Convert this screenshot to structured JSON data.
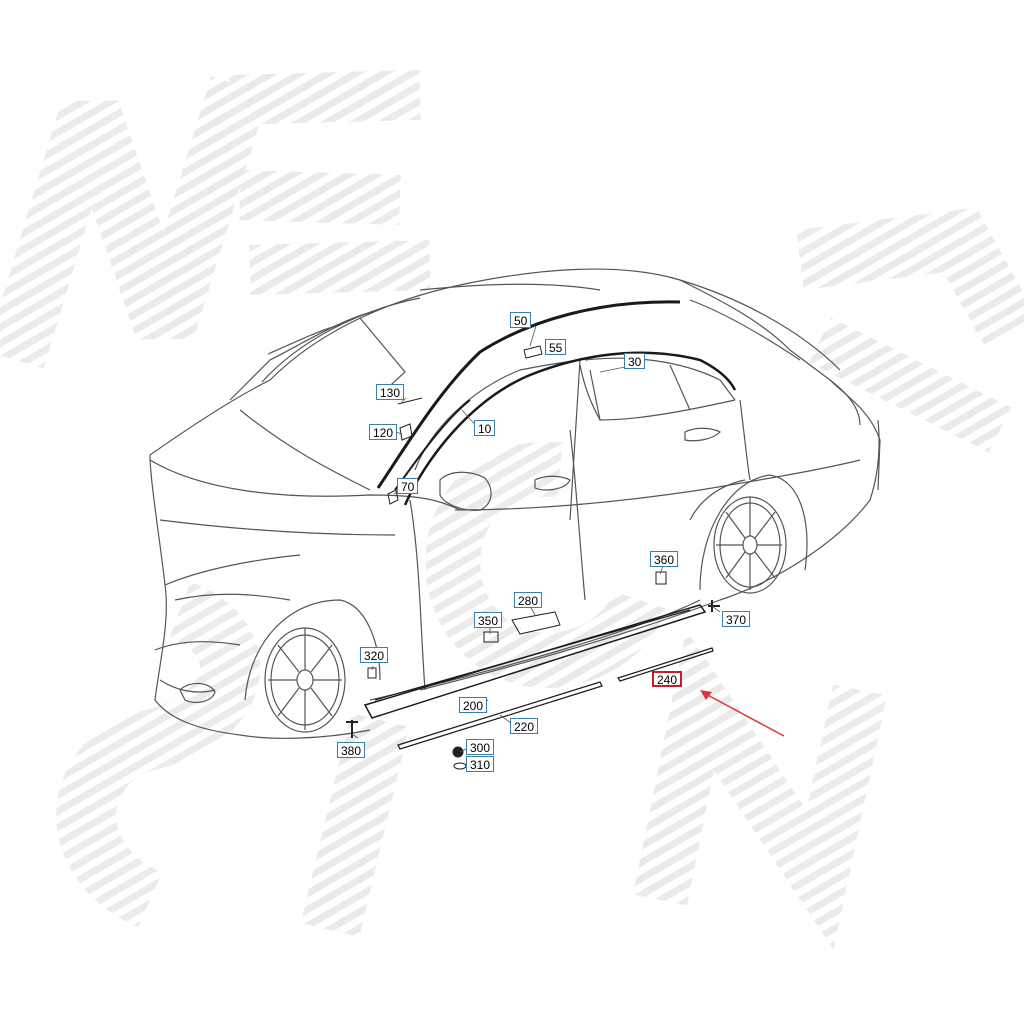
{
  "diagram": {
    "watermark_text": "NEW SIGN",
    "highlight_color": "#c0202a",
    "callout_border_color": "#3a7fa8",
    "arrow_color": "#d9363e",
    "callouts": [
      {
        "id": "50",
        "label": "50"
      },
      {
        "id": "55",
        "label": "55"
      },
      {
        "id": "30",
        "label": "30"
      },
      {
        "id": "130",
        "label": "130"
      },
      {
        "id": "120",
        "label": "120"
      },
      {
        "id": "10",
        "label": "10"
      },
      {
        "id": "70",
        "label": "70"
      },
      {
        "id": "360",
        "label": "360"
      },
      {
        "id": "280",
        "label": "280"
      },
      {
        "id": "350",
        "label": "350"
      },
      {
        "id": "370",
        "label": "370"
      },
      {
        "id": "320",
        "label": "320"
      },
      {
        "id": "240",
        "label": "240",
        "highlighted": true
      },
      {
        "id": "200",
        "label": "200"
      },
      {
        "id": "220",
        "label": "220"
      },
      {
        "id": "300",
        "label": "300"
      },
      {
        "id": "310",
        "label": "310"
      },
      {
        "id": "380",
        "label": "380"
      }
    ]
  }
}
